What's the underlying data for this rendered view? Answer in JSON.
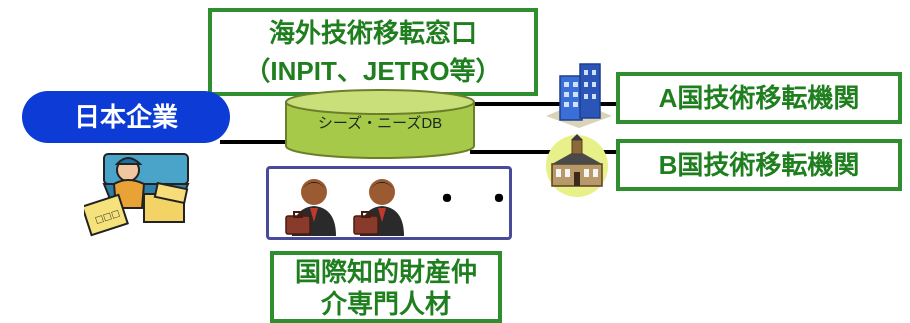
{
  "window": {
    "line1": "海外技術移転窓口",
    "line2": "（INPIT、JETRO等）"
  },
  "company": {
    "label": "日本企業"
  },
  "database": {
    "label": "シーズ・ニーズDB"
  },
  "org_a": {
    "label": "A国技術移転機関"
  },
  "org_b": {
    "label": "B国技術移転機関"
  },
  "experts": {
    "ellipsis": "・・"
  },
  "talent": {
    "line1": "国際知的財産仲",
    "line2": "介専門人材"
  },
  "colors": {
    "green_border": "#2f8f2f",
    "green_text": "#1f7f1f",
    "pill_blue": "#0c3bd6",
    "db_fill": "#a6c94a",
    "panel_border": "#4a4a9a"
  }
}
